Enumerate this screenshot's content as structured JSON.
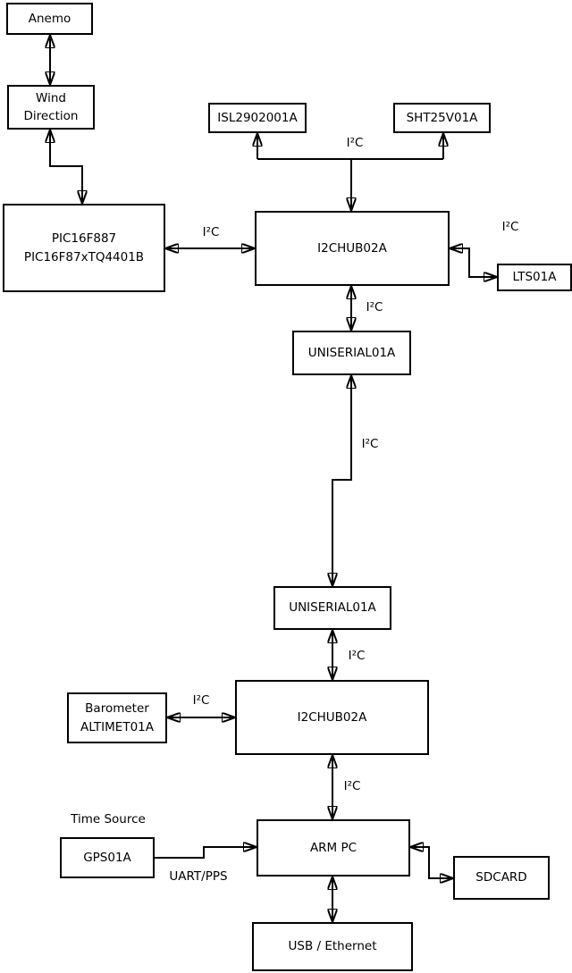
{
  "nodes": {
    "anemo": {
      "label": "Anemo"
    },
    "wind_direction": {
      "label": "Wind\nDirection"
    },
    "pic": {
      "label": "PIC16F887\nPIC16F87xTQ4401B"
    },
    "isl": {
      "label": "ISL2902001A"
    },
    "sht": {
      "label": "SHT25V01A"
    },
    "i2c_hub_1": {
      "label": "I2CHUB02A"
    },
    "lts": {
      "label": "LTS01A"
    },
    "uniserial_1": {
      "label": "UNISERIAL01A"
    },
    "uniserial_2": {
      "label": "UNISERIAL01A"
    },
    "i2c_hub_2": {
      "label": "I2CHUB02A"
    },
    "barometer": {
      "label": "Barometer\nALTIMET01A"
    },
    "gps": {
      "label": "GPS01A"
    },
    "arm_pc": {
      "label": "ARM PC"
    },
    "sdcard": {
      "label": "SDCARD"
    },
    "usb_ethernet": {
      "label": "USB / Ethernet"
    }
  },
  "edge_labels": {
    "i2c_pic_hub": "I²C",
    "i2c_sensor_bus": "I²C",
    "i2c_lts": "I²C",
    "i2c_hub1_uniserial1": "I²C",
    "i2c_uniserial_link": "I²C",
    "i2c_uniserial2_hub2": "I²C",
    "i2c_barometer": "I²C",
    "i2c_hub2_armpc": "I²C",
    "time_source": "Time Source",
    "uart_pps": "UART/PPS"
  },
  "colors": {
    "line": "#000000",
    "background": "#ffffff",
    "box_fill": "#ffffff"
  }
}
